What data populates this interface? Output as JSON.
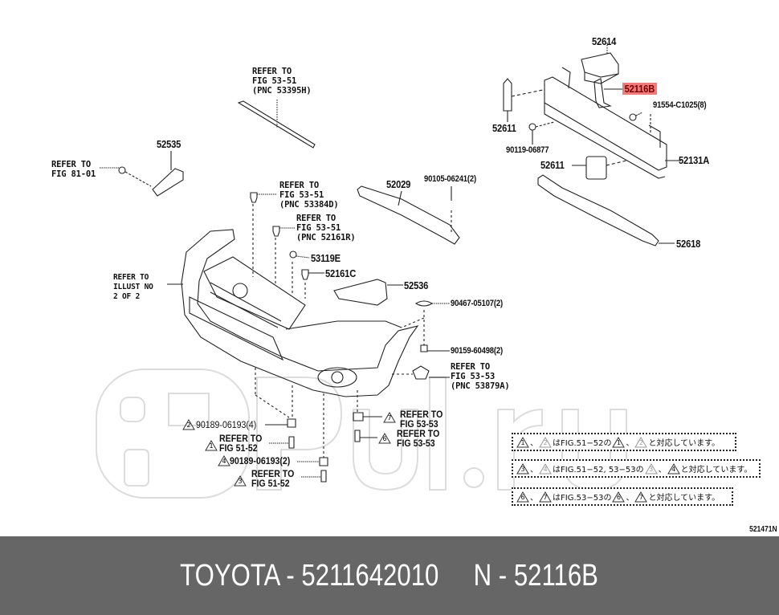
{
  "diagram": {
    "highlight_color": "#f07b7b",
    "part_numbers": {
      "p52614": "52614",
      "p52116b": "52116B",
      "p91554": "91554-C1025(8)",
      "p52611a": "52611",
      "p90119": "90119-06877",
      "p52611b": "52611",
      "p52131a": "52131A",
      "p52618": "52618",
      "p52535": "52535",
      "p52029": "52029",
      "p90105": "90105-06241(2)",
      "p53119e": "53119E",
      "p52161c": "52161C",
      "p52536": "52536",
      "p90467": "90467-05107(2)",
      "p90159": "90159-60498(2)",
      "p90189a": "90189-06193(4)",
      "p90189b": "90189-06193(2)"
    },
    "refs": {
      "r1": "REFER TO\nFIG 53-51\n(PNC 53395H)",
      "r2": "REFER TO\nFIG 81-01",
      "r3": "REFER TO\nFIG 53-51\n(PNC 53384D)",
      "r4": "REFER TO\nFIG 53-51\n(PNC 52161R)",
      "r5": "REFER TO\nILLUST NO\n2 OF 2",
      "r6": "REFER TO\nFIG 53-53\n(PNC 53879A)",
      "r7": "REFER TO\nFIG 51-52",
      "r8": "REFER TO\nFIG 51-52",
      "r9": "REFER TO\nFIG 53-53",
      "r10": "REFER TO\nFIG 53-53"
    },
    "markers": {
      "m90189a": "2",
      "m_ref1": "1",
      "m90189b": "4",
      "m_ref3": "3",
      "m_ref7": "7",
      "m_ref6": "6"
    },
    "notes": [
      {
        "a": "1",
        "b": "2",
        "text_mid": "はFIG.51−52の",
        "c": "1",
        "d": "2",
        "text_end": "と対応しています。"
      },
      {
        "a": "3",
        "b": "4",
        "text_mid": "はFIG.51−52, 53−53の",
        "c": "3",
        "d": "4",
        "text_end": "と対応しています。"
      },
      {
        "a": "6",
        "b": "7",
        "text_mid": "はFIG.53−53の",
        "c": "6",
        "d": "7",
        "text_end": "と対応しています。"
      }
    ],
    "illustration_code": "521471N"
  },
  "banner": {
    "text": "TOYOTA - 5211642010     N - 52116B",
    "background": "#666666"
  }
}
